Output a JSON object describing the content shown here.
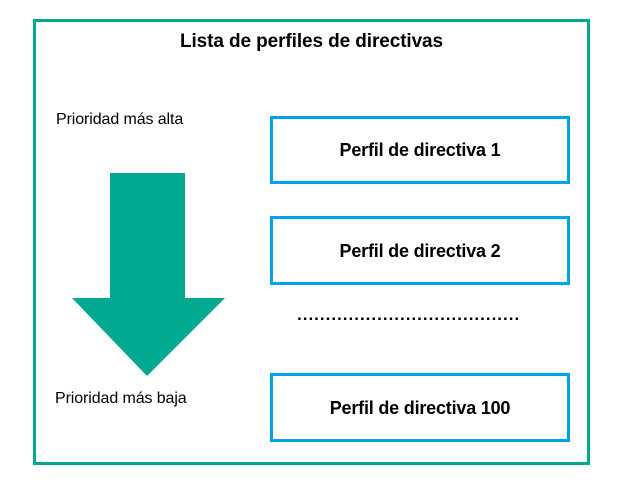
{
  "diagram": {
    "title": "Lista de perfiles de directivas",
    "frame_color": "#00a98f",
    "accent_box_color": "#00a2e8",
    "arrow_color": "#00a98f",
    "text_color": "#000000",
    "background_color": "#ffffff"
  },
  "priority_scale": {
    "top_label": "Prioridad más alta",
    "bottom_label": "Prioridad más baja",
    "arrow_icon": "down-arrow-icon",
    "arrow_direction": "down"
  },
  "profiles": [
    {
      "label": "Perfil de directiva 1"
    },
    {
      "label": "Perfil de directiva 2"
    },
    {
      "label": "Perfil de directiva 100"
    }
  ],
  "continuation": {
    "dots": "......................................."
  }
}
